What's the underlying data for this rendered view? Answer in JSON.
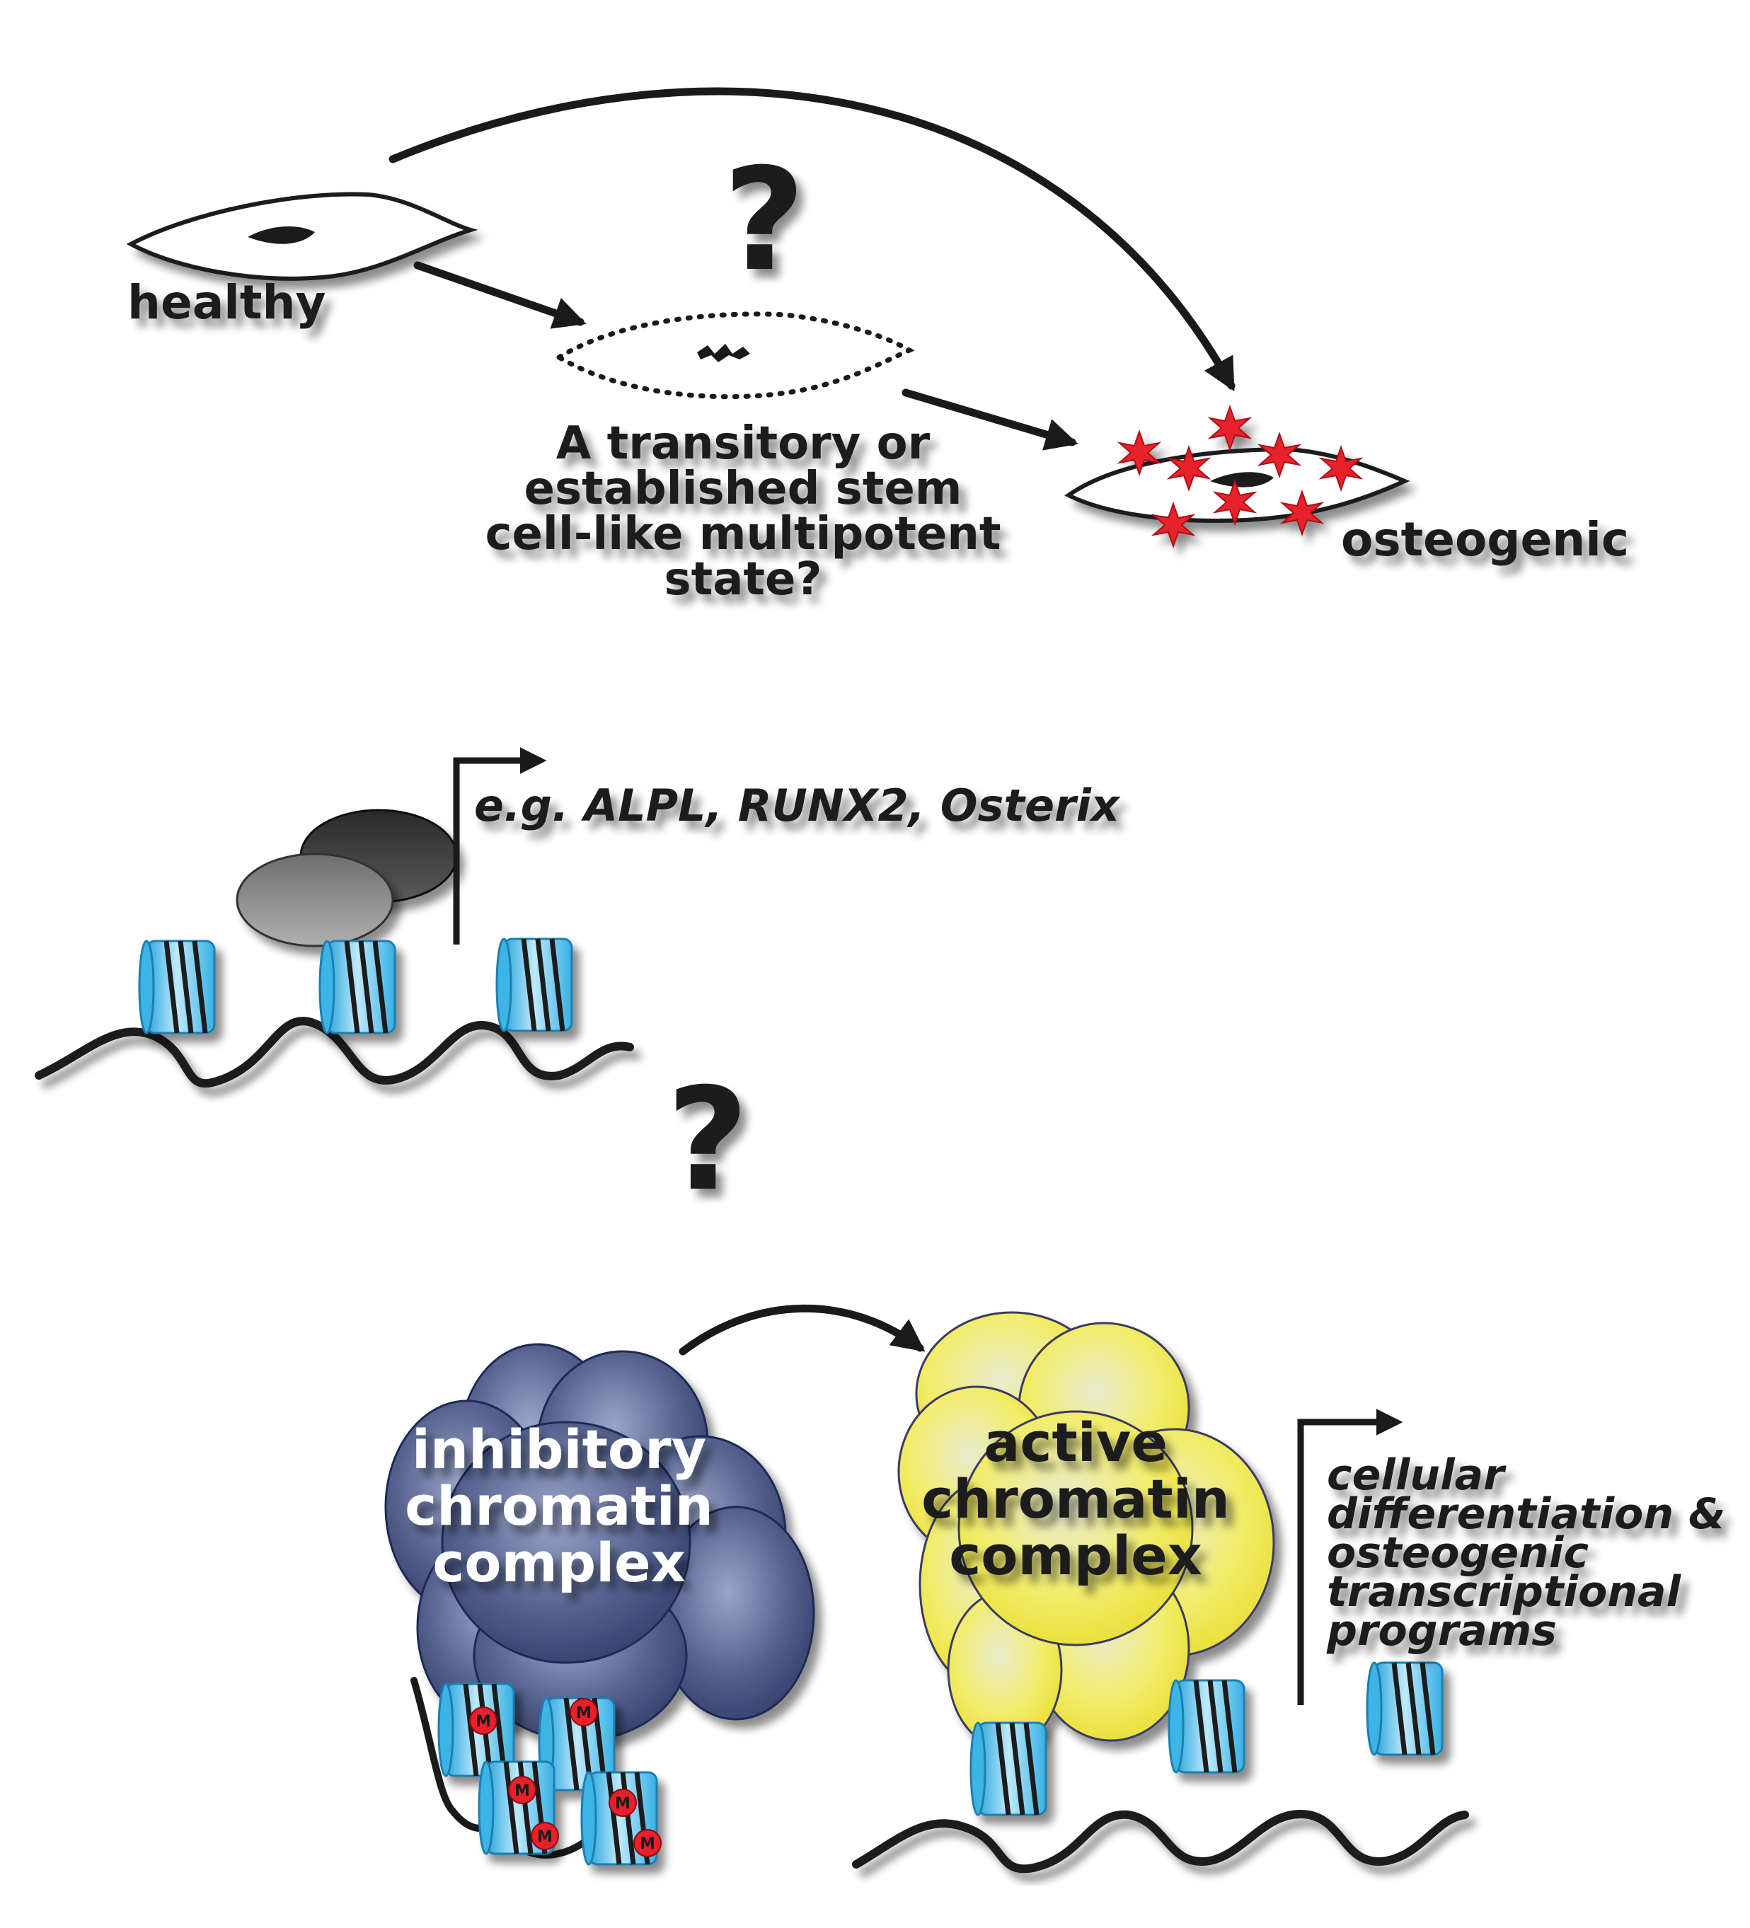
{
  "labels": {
    "healthy": "healthy",
    "transitory_1": "A transitory or",
    "transitory_2": "established stem",
    "transitory_3": "cell-like multipotent",
    "transitory_4": "state?",
    "osteogenic": "osteogenic",
    "question_top": "?",
    "question_mid": "?",
    "genes": "e.g. ALPL, RUNX2, Osterix",
    "inhibitory_1": "inhibitory",
    "inhibitory_2": "chromatin",
    "inhibitory_3": "complex",
    "active_1": "active",
    "active_2": "chromatin",
    "active_3": "complex",
    "programs_1": "cellular",
    "programs_2": "differentiation &",
    "programs_3": "osteogenic",
    "programs_4": "transcriptional",
    "programs_5": "programs",
    "methyl": "M"
  },
  "colors": {
    "ink": "#1a1a1a",
    "nucleosome_blue": "#3cb4e6",
    "osteo_star_red": "#e8202a",
    "inhibitory_navy": "#3c4a78",
    "active_yellow": "#f2ec5a",
    "tf_dark": "#3a3a3a",
    "tf_gray": "#8a8a8a"
  }
}
